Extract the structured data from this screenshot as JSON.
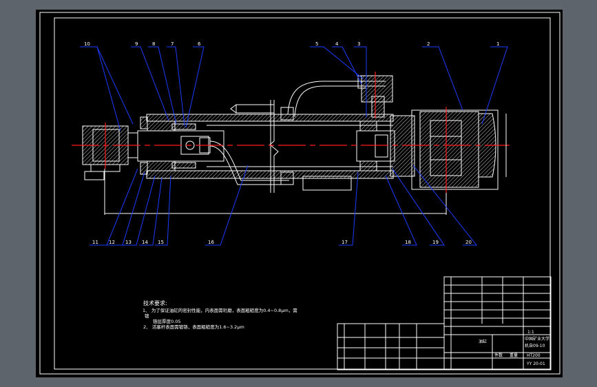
{
  "drawing": {
    "balloons_top": [
      "10",
      "9",
      "8",
      "7",
      "6",
      "5",
      "4",
      "3",
      "2",
      "1"
    ],
    "balloons_bottom": [
      "11",
      "12",
      "13",
      "14",
      "15",
      "16",
      "17",
      "18",
      "19",
      "20"
    ],
    "notes": {
      "title": "技术要求:",
      "line1": "1、 为了保证油缸的密封性能，内表面需珩磨，表面粗糙度为0.4~0.8μm，需",
      "line1b": "镀",
      "line1c": "铬层厚度0.05",
      "line2": "2、 活塞杆表面需镀铬，表面粗糙度为1.6~3.2μm"
    },
    "title_block": {
      "school": "中国矿业大学",
      "class": "机自09-10",
      "name": "油缸",
      "scale": "1:1",
      "material": "HT200",
      "drawing_no": "YY 20-01",
      "count_label": "件数",
      "weight_label": "重量"
    },
    "colors": {
      "background": "#000000",
      "frame": "#5d646c",
      "lines": "#ffffff",
      "leaders": "#1a3cff",
      "centerlines": "#ff1a1a"
    }
  }
}
